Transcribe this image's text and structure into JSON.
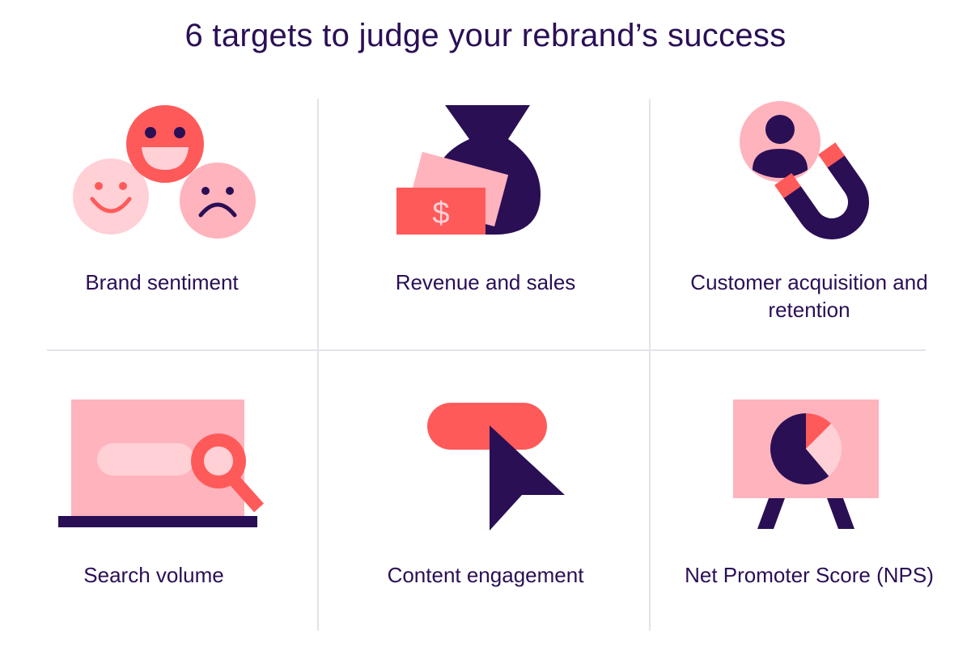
{
  "title": "6 targets to judge your rebrand’s success",
  "colors": {
    "navy": "#2a0f55",
    "coral": "#ff5a5a",
    "pink": "#ffb3bd",
    "light_pink": "#ffd0d6",
    "divider": "#e4e2ea"
  },
  "targets": [
    {
      "label": "Brand sentiment",
      "icon": "smiley-faces-icon"
    },
    {
      "label": "Revenue and sales",
      "icon": "money-bag-icon"
    },
    {
      "label": "Customer acquisition and retention",
      "icon": "magnet-person-icon"
    },
    {
      "label": "Search volume",
      "icon": "laptop-search-icon"
    },
    {
      "label": "Content engagement",
      "icon": "cursor-click-icon"
    },
    {
      "label": "Net Promoter Score (NPS)",
      "icon": "pie-chart-board-icon"
    }
  ],
  "dollar_sign": "$"
}
